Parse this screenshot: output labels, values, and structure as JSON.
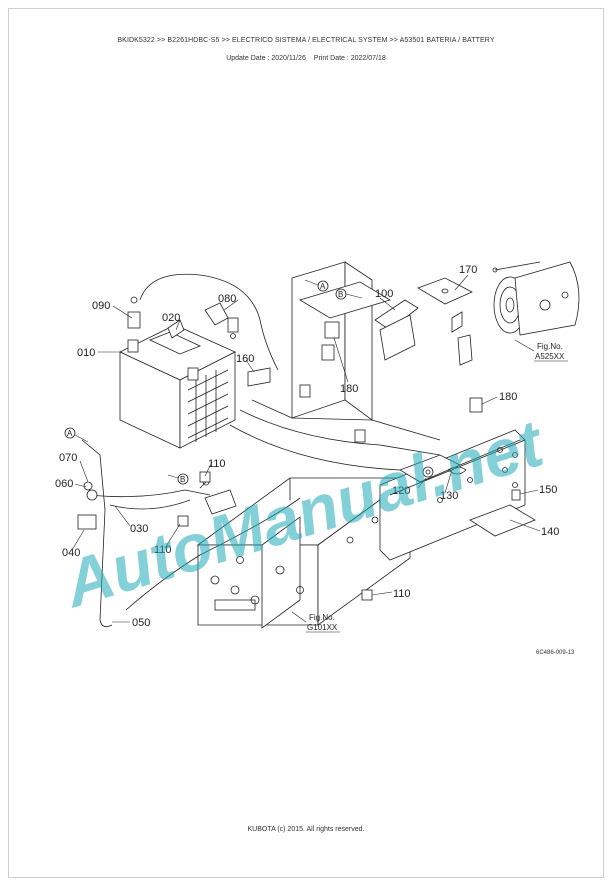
{
  "header": {
    "breadcrumb": "BKIDK5322 >> B2261HDBC-S5 >> ELECTRICO SISTEMA / ELECTRICAL SYSTEM >> A53501   BATERIA / BATTERY",
    "update_date": "Update Date : 2020/11/26",
    "print_date": "Print Date : 2022/07/18"
  },
  "diagram": {
    "callouts": {
      "c090": "090",
      "c080": "080",
      "c020": "020",
      "c010": "010",
      "c100": "100",
      "c170": "170",
      "c160": "160",
      "c180a": "180",
      "c180b": "180",
      "c070": "070",
      "c060": "060",
      "c030": "030",
      "c040": "040",
      "c110a": "110",
      "c110b": "110",
      "c110c": "110",
      "c120": "120",
      "c130": "130",
      "c150": "150",
      "c140": "140",
      "c050": "050"
    },
    "markers": {
      "a1": "A",
      "a2": "A",
      "b1": "B",
      "b2": "B"
    },
    "fig_refs": {
      "a525_label": "Fig.No.",
      "a525_value": "A525XX",
      "g101_label": "Fig.No.",
      "g101_value": "G101XX"
    },
    "drawing_code": "6C486-009-13",
    "watermark": "AutoManual.net"
  },
  "footer": {
    "copyright": "KUBOTA (c) 2015. All rights reserved."
  }
}
